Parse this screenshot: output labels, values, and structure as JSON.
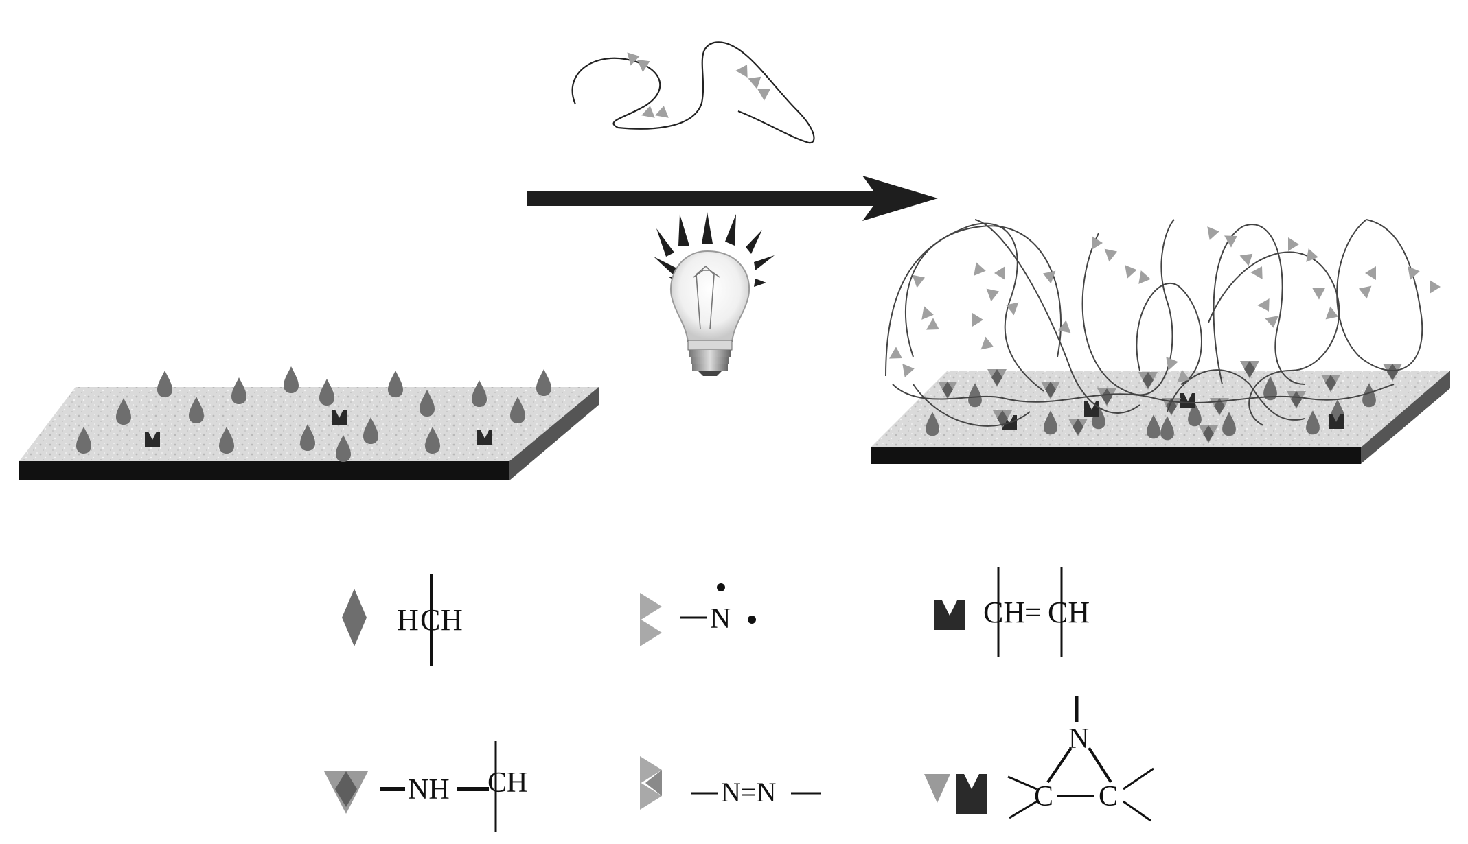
{
  "legend": {
    "row1": {
      "methylene": {
        "left": "H",
        "c": "C",
        "right": "H"
      },
      "nitrene": {
        "atom": "N"
      },
      "alkene": {
        "left": "CH",
        "bond": "=",
        "right": "CH"
      }
    },
    "row2": {
      "amine": {
        "nh": "NH",
        "ch": "CH"
      },
      "azo": {
        "text": "N=N"
      },
      "aziridine": {
        "n": "N",
        "c1": "C",
        "c2": "C"
      }
    }
  },
  "colors": {
    "substrate_top": "#d9d9d9",
    "substrate_dark": "#111111",
    "substrate_side": "#555555",
    "site_ch_marker": "#6e6e6e",
    "nitrene_marker": "#a0a0a0",
    "vinyl_marker": "#2a2a2a",
    "arrow": "#1e1e1e"
  },
  "icons": [
    "lightbulb-icon",
    "reaction-arrow-icon",
    "polymer-chain-icon",
    "substrate-icon"
  ]
}
